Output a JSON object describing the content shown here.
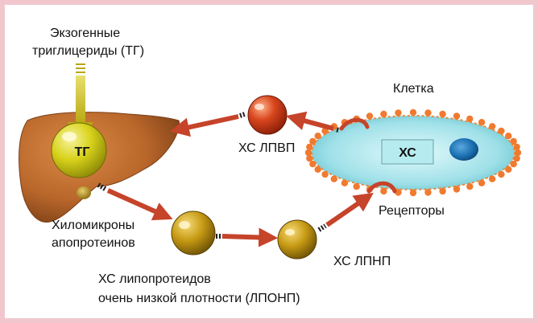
{
  "labels": {
    "exogenous_tg_line1": "Экзогенные",
    "exogenous_tg_line2": "триглицериды (ТГ)",
    "tg_badge": "ТГ",
    "cell": "Клетка",
    "hdl": "ХС ЛПВП",
    "cholesterol_in_cell": "ХС",
    "receptors": "Рецепторы",
    "chylomicrons_line1": "Хиломикроны",
    "chylomicrons_line2": "апопротеинов",
    "ldl": "ХС ЛПНП",
    "vldl_line1": "ХС липопротеидов",
    "vldl_line2": "очень низкой плотности (ЛПОНП)"
  },
  "colors": {
    "frame": "#f1c7cd",
    "liver": "#b8662a",
    "tg_sphere": "#d8d21a",
    "arrow": "#c5442a",
    "hdl_particle": "#cc3a18",
    "ldl_particle": "#c79a14",
    "cell_body": "#9fe0e8",
    "cell_dots": "#f07a30",
    "nucleus": "#1a6fb0"
  }
}
